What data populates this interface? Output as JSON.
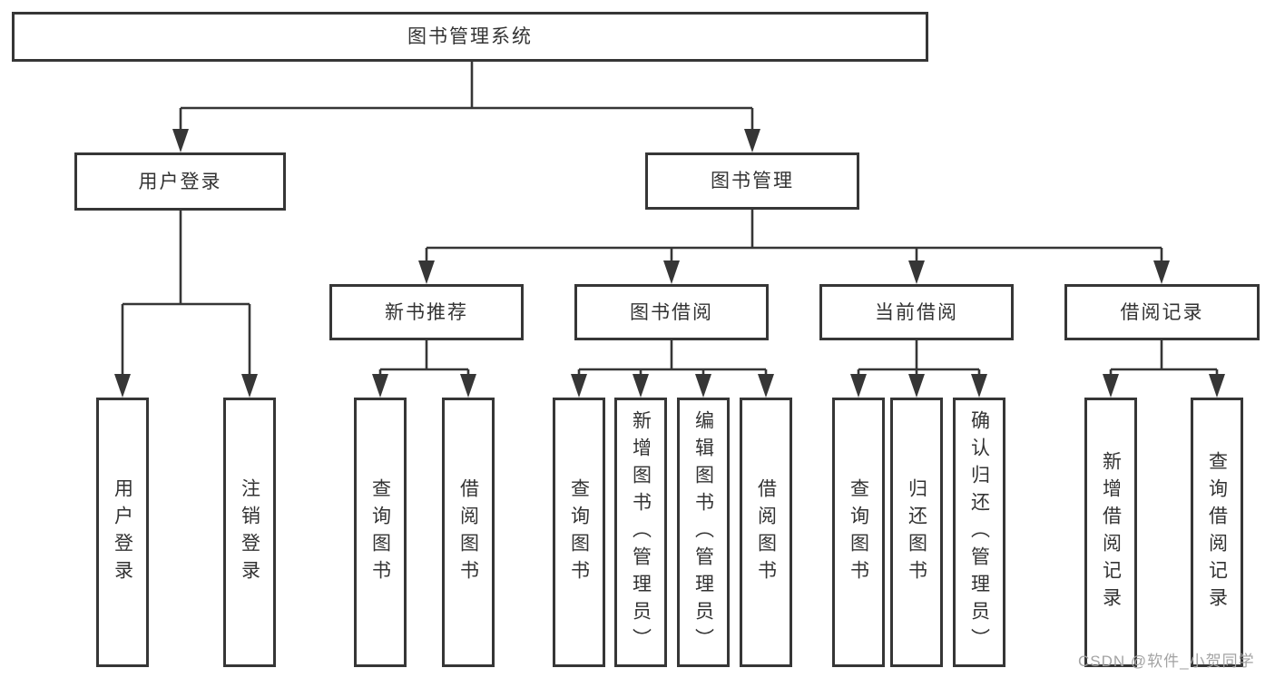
{
  "page": {
    "background": "#ffffff"
  },
  "diagram": {
    "type": "hierarchy-org-chart",
    "title": "图书管理系统",
    "colors": {
      "line": "#363636",
      "box_border": "#363636",
      "box_fill": "#ffffff",
      "text": "#333333",
      "watermark_text": "#a3a3a3"
    },
    "tree": {
      "label": "图书管理系统",
      "children": [
        {
          "label": "用户登录",
          "children": [
            {
              "label": "用户登录"
            },
            {
              "label": "注销登录"
            }
          ]
        },
        {
          "label": "图书管理",
          "children": [
            {
              "label": "新书推荐",
              "children": [
                {
                  "label": "查询图书"
                },
                {
                  "label": "借阅图书"
                }
              ]
            },
            {
              "label": "图书借阅",
              "children": [
                {
                  "label": "查询图书"
                },
                {
                  "label": "新增图书（管理员）"
                },
                {
                  "label": "编辑图书（管理员）"
                },
                {
                  "label": "借阅图书"
                }
              ]
            },
            {
              "label": "当前借阅",
              "children": [
                {
                  "label": "查询图书"
                },
                {
                  "label": "归还图书"
                },
                {
                  "label": "确认归还（管理员）"
                }
              ]
            },
            {
              "label": "借阅记录",
              "children": [
                {
                  "label": "新增借阅记录"
                },
                {
                  "label": "查询借阅记录"
                }
              ]
            }
          ]
        }
      ]
    }
  },
  "watermark": {
    "text": "CSDN @软件_小贺同学"
  }
}
